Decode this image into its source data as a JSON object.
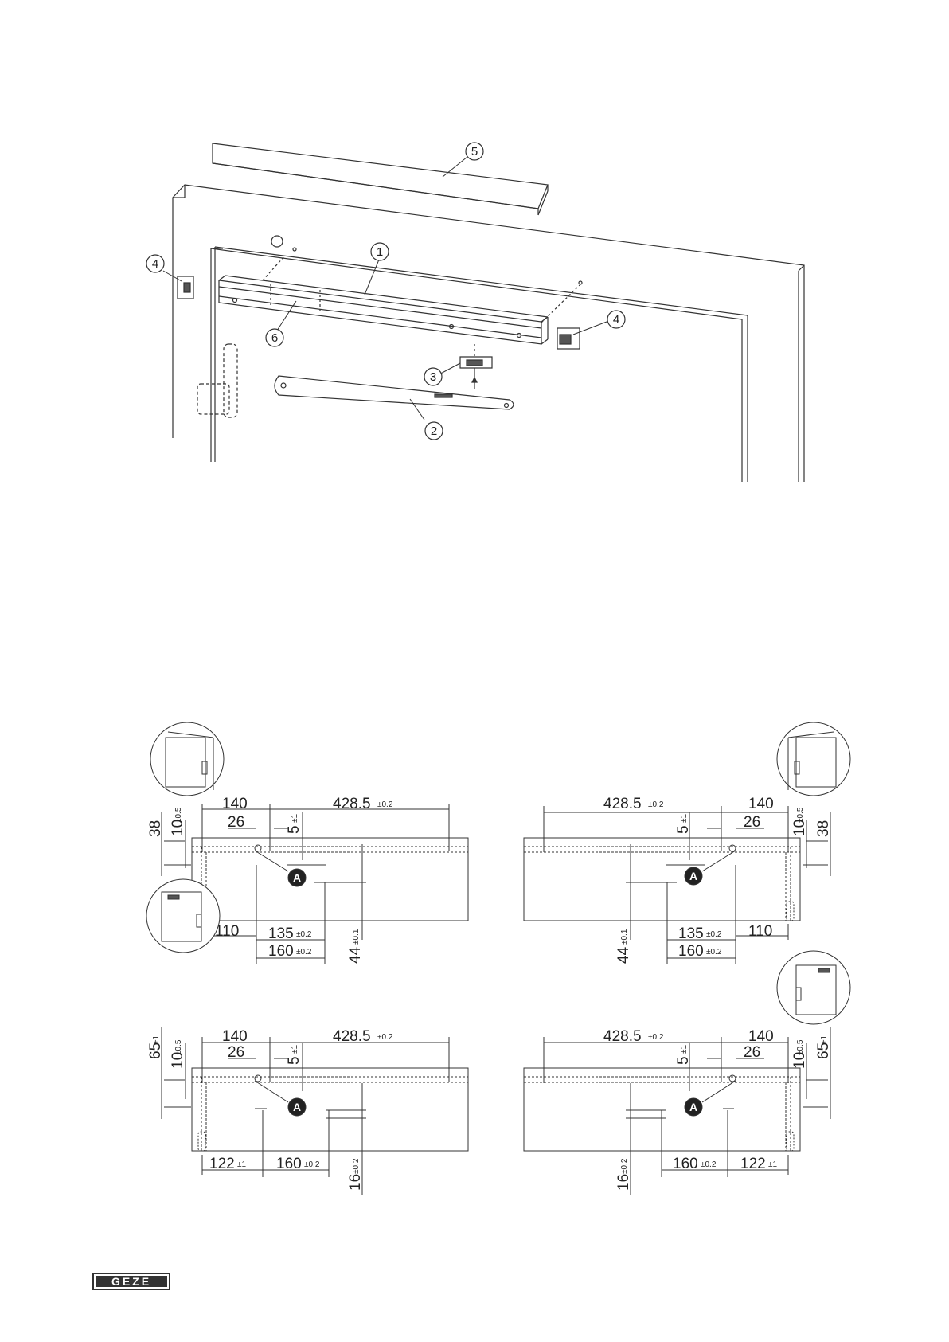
{
  "assembly": {
    "callouts": [
      "1",
      "2",
      "3",
      "4",
      "4",
      "5",
      "6"
    ]
  },
  "drilling": {
    "marker": "A",
    "top_left": {
      "d140": "140",
      "d428": "428.5",
      "d428_tol": "±0.2",
      "d26": "26",
      "d5": "5",
      "d5_tol": "±1",
      "d38": "38",
      "d10": "10",
      "d10_tol": "±0.5",
      "d110": "110",
      "d135": "135",
      "d135_tol": "±0.2",
      "d160": "160",
      "d160_tol": "±0.2",
      "d44": "44",
      "d44_tol": "±0.1"
    },
    "top_right": {
      "d140": "140",
      "d428": "428.5",
      "d428_tol": "±0.2",
      "d26": "26",
      "d5": "5",
      "d5_tol": "±1",
      "d38": "38",
      "d10": "10",
      "d10_tol": "±0.5",
      "d110": "110",
      "d135": "135",
      "d135_tol": "±0.2",
      "d160": "160",
      "d160_tol": "±0.2",
      "d44": "44",
      "d44_tol": "±0.1"
    },
    "bottom_left": {
      "d140": "140",
      "d428": "428.5",
      "d428_tol": "±0.2",
      "d26": "26",
      "d5": "5",
      "d5_tol": "±1",
      "d65": "65",
      "d65_tol": "±1",
      "d10": "10",
      "d10_tol": "±0.5",
      "d122": "122",
      "d122_tol": "±1",
      "d160": "160",
      "d160_tol": "±0.2",
      "d16": "16",
      "d16_tol": "±0.2"
    },
    "bottom_right": {
      "d140": "140",
      "d428": "428.5",
      "d428_tol": "±0.2",
      "d26": "26",
      "d5": "5",
      "d5_tol": "±1",
      "d65": "65",
      "d65_tol": "±1",
      "d10": "10",
      "d10_tol": "±0.5",
      "d122": "122",
      "d122_tol": "±1",
      "d160": "160",
      "d160_tol": "±0.2",
      "d16": "16",
      "d16_tol": "±0.2"
    }
  },
  "footer": {
    "logo": "GEZE"
  }
}
